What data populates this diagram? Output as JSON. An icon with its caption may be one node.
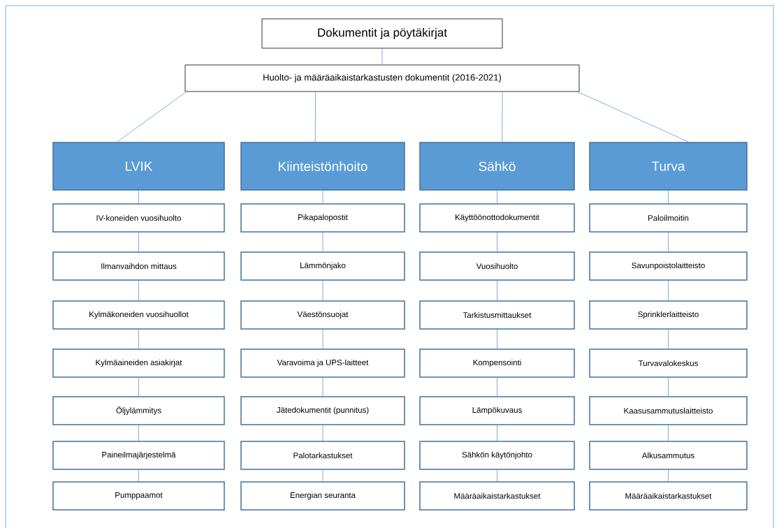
{
  "diagram": {
    "nodes": [
      {
        "text": [
          "Dokumentit ja pöytäkirjat"
        ]
      },
      {
        "text": [
          "Huolto- ja määräaikaistarkastusten dokumentit (2016-2021)"
        ]
      },
      {
        "text": [
          "LVIK"
        ]
      },
      {
        "text": [
          "IV-koneiden vuosihuolto"
        ]
      },
      {
        "text": [
          "Ilmanvaihdon mittaus"
        ]
      },
      {
        "text": [
          "Kylmäkoneiden vuosihuollot"
        ]
      },
      {
        "text": [
          "Kylmäaineiden asiakirjat"
        ]
      },
      {
        "text": [
          "Öljylämmitys"
        ]
      },
      {
        "text": [
          "Paineilmajärjestelmä"
        ]
      },
      {
        "text": [
          "Pumppaamot"
        ]
      },
      {
        "text": [
          "Kiinteistönhoito"
        ]
      },
      {
        "text": [
          "Pikapalopostit"
        ]
      },
      {
        "text": [
          "Lämmönjako"
        ]
      },
      {
        "text": [
          "Väestönsuojat"
        ]
      },
      {
        "text": [
          "Varavoima ja UPS-laitteet"
        ]
      },
      {
        "text": [
          "Jätedokumentit (punnitus)"
        ]
      },
      {
        "text": [
          "Palotarkastukset"
        ]
      },
      {
        "text": [
          "Energian seuranta"
        ]
      },
      {
        "text": [
          "Sähkö"
        ]
      },
      {
        "text": [
          "Käyttöönottodokumentit"
        ]
      },
      {
        "text": [
          "Vuosihuolto"
        ]
      },
      {
        "text": [
          "Tarkistusmittaukset"
        ]
      },
      {
        "text": [
          "Kompensointi"
        ]
      },
      {
        "text": [
          "Lämpökuvaus"
        ]
      },
      {
        "text": [
          "Sähkön käytönjohto"
        ]
      },
      {
        "text": [
          "Määräaikaistarkastukset"
        ]
      },
      {
        "text": [
          "Turva"
        ]
      },
      {
        "text": [
          "Paloilmoitin"
        ]
      },
      {
        "text": [
          "Savunpoistolaitteisto"
        ]
      },
      {
        "text": [
          "Sprinklerlaitteisto"
        ]
      },
      {
        "text": [
          "Turvavalokeskus"
        ]
      },
      {
        "text": [
          "Kaasusammutuslaitteisto"
        ]
      },
      {
        "text": [
          "Alkusammutus"
        ]
      },
      {
        "text": [
          "Määräaikaistarkastukset"
        ]
      }
    ],
    "edges": [
      {
        "from": 0,
        "to": 1,
        "arrow": "none"
      },
      {
        "from": 1,
        "to": 2,
        "arrow": "none"
      },
      {
        "from": 1,
        "to": 10,
        "arrow": "none"
      },
      {
        "from": 1,
        "to": 18,
        "arrow": "none"
      },
      {
        "from": 1,
        "to": 26,
        "arrow": "none"
      },
      {
        "from": 2,
        "to": 3,
        "arrow": "none"
      },
      {
        "from": 3,
        "to": 4,
        "arrow": "none"
      },
      {
        "from": 4,
        "to": 5,
        "arrow": "none"
      },
      {
        "from": 5,
        "to": 6,
        "arrow": "none"
      },
      {
        "from": 6,
        "to": 7,
        "arrow": "none"
      },
      {
        "from": 7,
        "to": 8,
        "arrow": "none"
      },
      {
        "from": 8,
        "to": 9,
        "arrow": "none"
      },
      {
        "from": 10,
        "to": 11,
        "arrow": "none"
      },
      {
        "from": 11,
        "to": 12,
        "arrow": "none"
      },
      {
        "from": 12,
        "to": 13,
        "arrow": "none"
      },
      {
        "from": 13,
        "to": 14,
        "arrow": "none"
      },
      {
        "from": 14,
        "to": 15,
        "arrow": "none"
      },
      {
        "from": 15,
        "to": 16,
        "arrow": "none"
      },
      {
        "from": 16,
        "to": 17,
        "arrow": "none"
      },
      {
        "from": 18,
        "to": 19,
        "arrow": "none"
      },
      {
        "from": 19,
        "to": 20,
        "arrow": "none"
      },
      {
        "from": 20,
        "to": 21,
        "arrow": "none"
      },
      {
        "from": 21,
        "to": 22,
        "arrow": "none"
      },
      {
        "from": 22,
        "to": 23,
        "arrow": "none"
      },
      {
        "from": 23,
        "to": 24,
        "arrow": "none"
      },
      {
        "from": 24,
        "to": 25,
        "arrow": "none"
      },
      {
        "from": 26,
        "to": 27,
        "arrow": "none"
      },
      {
        "from": 27,
        "to": 28,
        "arrow": "none"
      },
      {
        "from": 28,
        "to": 29,
        "arrow": "none"
      },
      {
        "from": 29,
        "to": 30,
        "arrow": "none"
      },
      {
        "from": 30,
        "to": 31,
        "arrow": "none"
      },
      {
        "from": 31,
        "to": 32,
        "arrow": "none"
      },
      {
        "from": 32,
        "to": 33,
        "arrow": "none"
      }
    ]
  }
}
